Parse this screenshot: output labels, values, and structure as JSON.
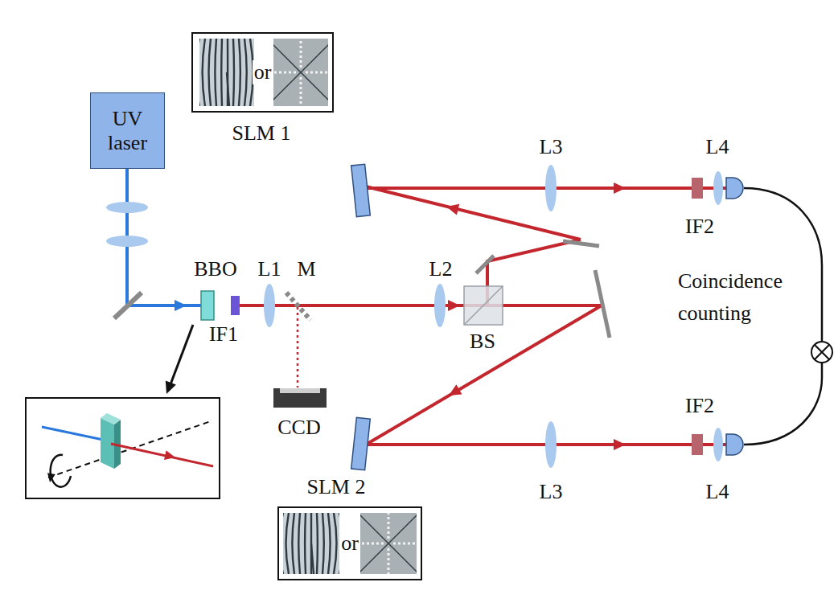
{
  "diagram": {
    "nodes": [
      {
        "text": [
          "UV laser"
        ]
      },
      {
        "text": [
          "or"
        ]
      },
      {
        "text": [
          "or"
        ]
      }
    ],
    "labels": [
      "SLM 1",
      "L3",
      "L4",
      "IF2",
      "BBO",
      "IF1",
      "L1",
      "M",
      "L2",
      "BS",
      "Coincidence counting",
      "CCD",
      "IF2",
      "L3",
      "L4",
      "SLM 2"
    ]
  }
}
